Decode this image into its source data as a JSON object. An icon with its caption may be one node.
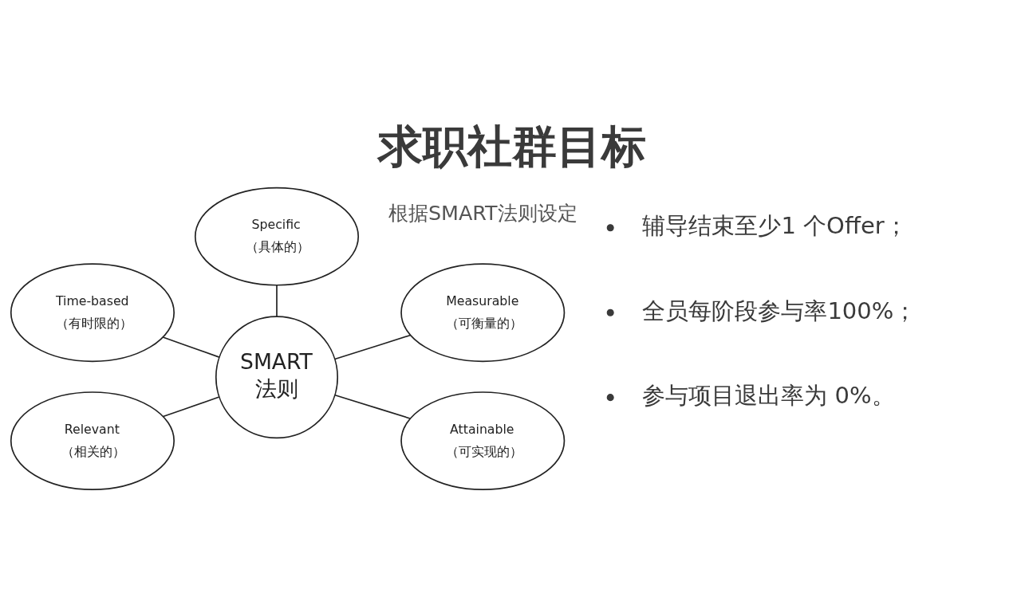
{
  "diagram": {
    "title": "求职社群目标",
    "nodes": [
      {
        "text": [
          "Specific",
          "（具体的）"
        ]
      },
      {
        "text": [
          "Time-based",
          "（有时限的）"
        ]
      },
      {
        "text": [
          "SMART",
          "法则"
        ]
      },
      {
        "text": [
          "Measurable",
          "（可衡量的）"
        ]
      },
      {
        "text": [
          "Relevant",
          "（相关的）"
        ]
      },
      {
        "text": [
          "Attainable",
          "（可实现的）"
        ]
      }
    ],
    "edges": [
      {
        "from": 0,
        "to": 2,
        "arrow": "none"
      },
      {
        "from": 2,
        "to": 3,
        "arrow": "none"
      },
      {
        "from": 2,
        "to": 5,
        "arrow": "none"
      },
      {
        "from": 4,
        "to": 2,
        "arrow": "none"
      },
      {
        "from": 1,
        "to": 2,
        "arrow": "none"
      }
    ],
    "labels": [
      "根据SMART法则设定",
      "辅导结束至少1 个Offer；",
      "全员每阶段参与率100%；",
      "参与项目退出率为 0%。"
    ]
  }
}
